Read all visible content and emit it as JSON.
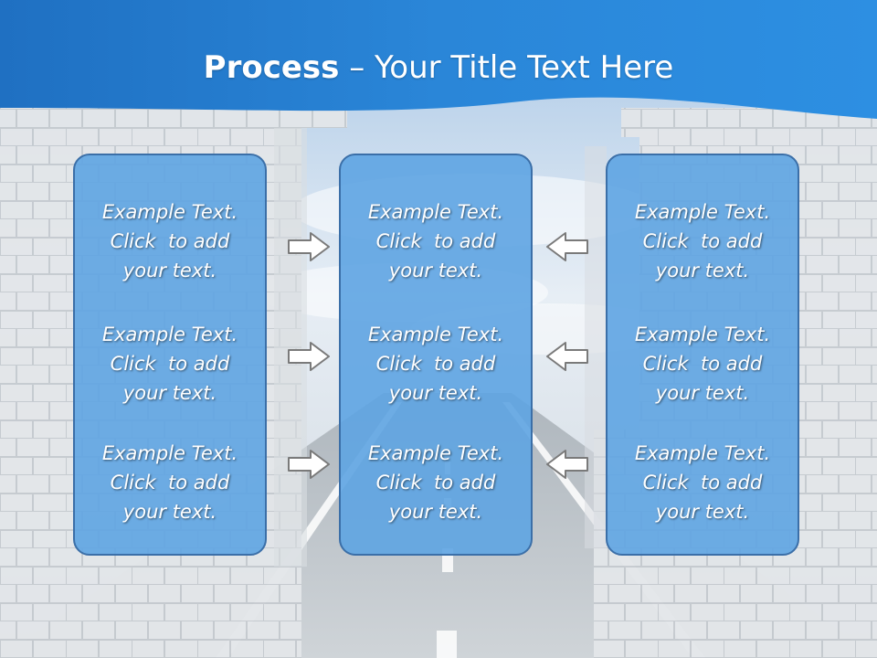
{
  "title": {
    "bold": "Process",
    "dash": " – ",
    "rest": "Your Title Text Here"
  },
  "panels": [
    {
      "items": [
        {
          "line1": "Example Text.",
          "line2": "Click  to add",
          "line3": "your text."
        },
        {
          "line1": "Example Text.",
          "line2": "Click  to add",
          "line3": "your text."
        },
        {
          "line1": "Example Text.",
          "line2": "Click  to add",
          "line3": "your text."
        }
      ]
    },
    {
      "items": [
        {
          "line1": "Example Text.",
          "line2": "Click  to add",
          "line3": "your text."
        },
        {
          "line1": "Example Text.",
          "line2": "Click  to add",
          "line3": "your text."
        },
        {
          "line1": "Example Text.",
          "line2": "Click  to add",
          "line3": "your text."
        }
      ]
    },
    {
      "items": [
        {
          "line1": "Example Text.",
          "line2": "Click  to add",
          "line3": "your text."
        },
        {
          "line1": "Example Text.",
          "line2": "Click  to add",
          "line3": "your text."
        },
        {
          "line1": "Example Text.",
          "line2": "Click  to add",
          "line3": "your text."
        }
      ]
    }
  ],
  "icons": {
    "left_arrows": "arrow-right-icon",
    "right_arrows": "arrow-left-icon"
  },
  "colors": {
    "banner": "#1f7fd4",
    "panel_fill": "#5ea4e2",
    "panel_border": "#3b6fa8",
    "arrow_fill": "#ffffff",
    "arrow_stroke": "#7a7a7a"
  }
}
